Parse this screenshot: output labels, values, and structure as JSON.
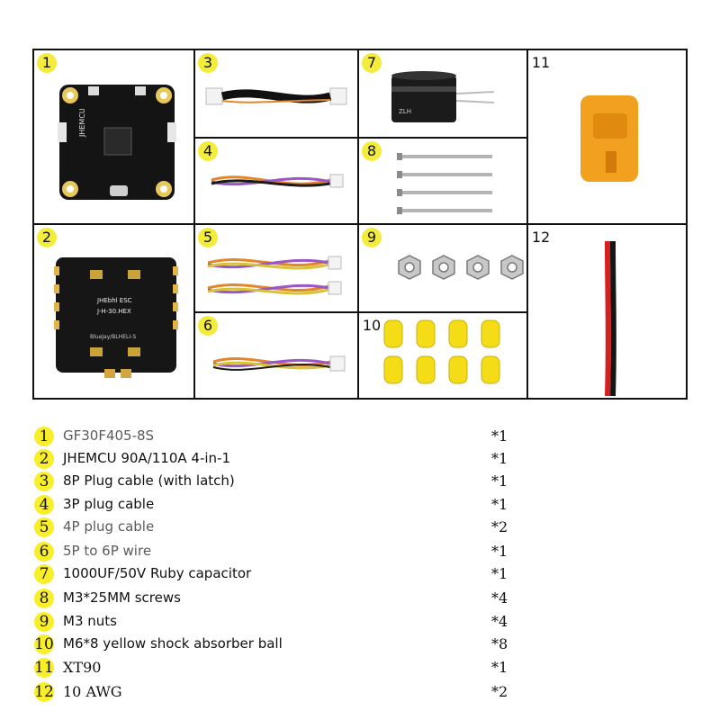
{
  "grid": {
    "cells": [
      {
        "num": "1",
        "name": "flight-controller"
      },
      {
        "num": "2",
        "name": "esc-board"
      },
      {
        "num": "3",
        "name": "8p-cable"
      },
      {
        "num": "4",
        "name": "3p-cable"
      },
      {
        "num": "5",
        "name": "4p-cable"
      },
      {
        "num": "6",
        "name": "5p-6p-wire"
      },
      {
        "num": "7",
        "name": "capacitor"
      },
      {
        "num": "8",
        "name": "screws"
      },
      {
        "num": "9",
        "name": "nuts"
      },
      {
        "num": "10",
        "name": "shock-balls"
      },
      {
        "num": "11",
        "name": "xt90"
      },
      {
        "num": "12",
        "name": "awg-wire"
      }
    ],
    "pcb_text": {
      "fc_brand": "JHEMCU",
      "esc_line1": "JHEbhl ESC",
      "esc_line2": "J-H-30.HEX",
      "esc_line3": "BlueJay/BLHELI-S",
      "cap_label": "ZLH"
    }
  },
  "items": [
    {
      "num": "1",
      "label": "GF30F405-8S",
      "qty": "*1"
    },
    {
      "num": "2",
      "label": "JHEMCU 90A/110A 4-in-1",
      "qty": "*1"
    },
    {
      "num": "3",
      "label": "8P Plug cable (with latch)",
      "qty": "*1"
    },
    {
      "num": "4",
      "label": "3P plug cable",
      "qty": "*1"
    },
    {
      "num": "5",
      "label": "4P plug cable",
      "qty": "*2"
    },
    {
      "num": "6",
      "label": "5P to 6P wire",
      "qty": "*1"
    },
    {
      "num": "7",
      "label": "1000UF/50V Ruby capacitor",
      "qty": "*1"
    },
    {
      "num": "8",
      "label": "M3*25MM screws",
      "qty": "*4"
    },
    {
      "num": "9",
      "label": "M3 nuts",
      "qty": "*4"
    },
    {
      "num": "10",
      "label": "M6*8 yellow shock absorber ball",
      "qty": "*8"
    },
    {
      "num": "11",
      "label": "XT90",
      "qty": "*1"
    },
    {
      "num": "12",
      "label": "10 AWG",
      "qty": "*2"
    }
  ],
  "colors": {
    "badge": "#f8ee2a",
    "border": "#111111",
    "xt90": "#f2a020",
    "ball": "#f4dc16",
    "wire_red": "#d81e1e",
    "wire_black": "#151515"
  }
}
